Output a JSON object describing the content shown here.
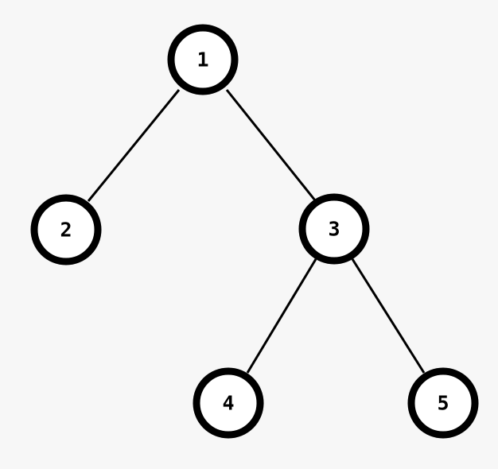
{
  "tree": {
    "nodes": [
      {
        "id": "1",
        "label": "1"
      },
      {
        "id": "2",
        "label": "2"
      },
      {
        "id": "3",
        "label": "3"
      },
      {
        "id": "4",
        "label": "4"
      },
      {
        "id": "5",
        "label": "5"
      }
    ],
    "edges": [
      {
        "from": "1",
        "to": "2"
      },
      {
        "from": "1",
        "to": "3"
      },
      {
        "from": "3",
        "to": "4"
      },
      {
        "from": "3",
        "to": "5"
      }
    ]
  },
  "colors": {
    "background": "#f7f7f7",
    "node_fill": "#ffffff",
    "stroke": "#000000"
  }
}
